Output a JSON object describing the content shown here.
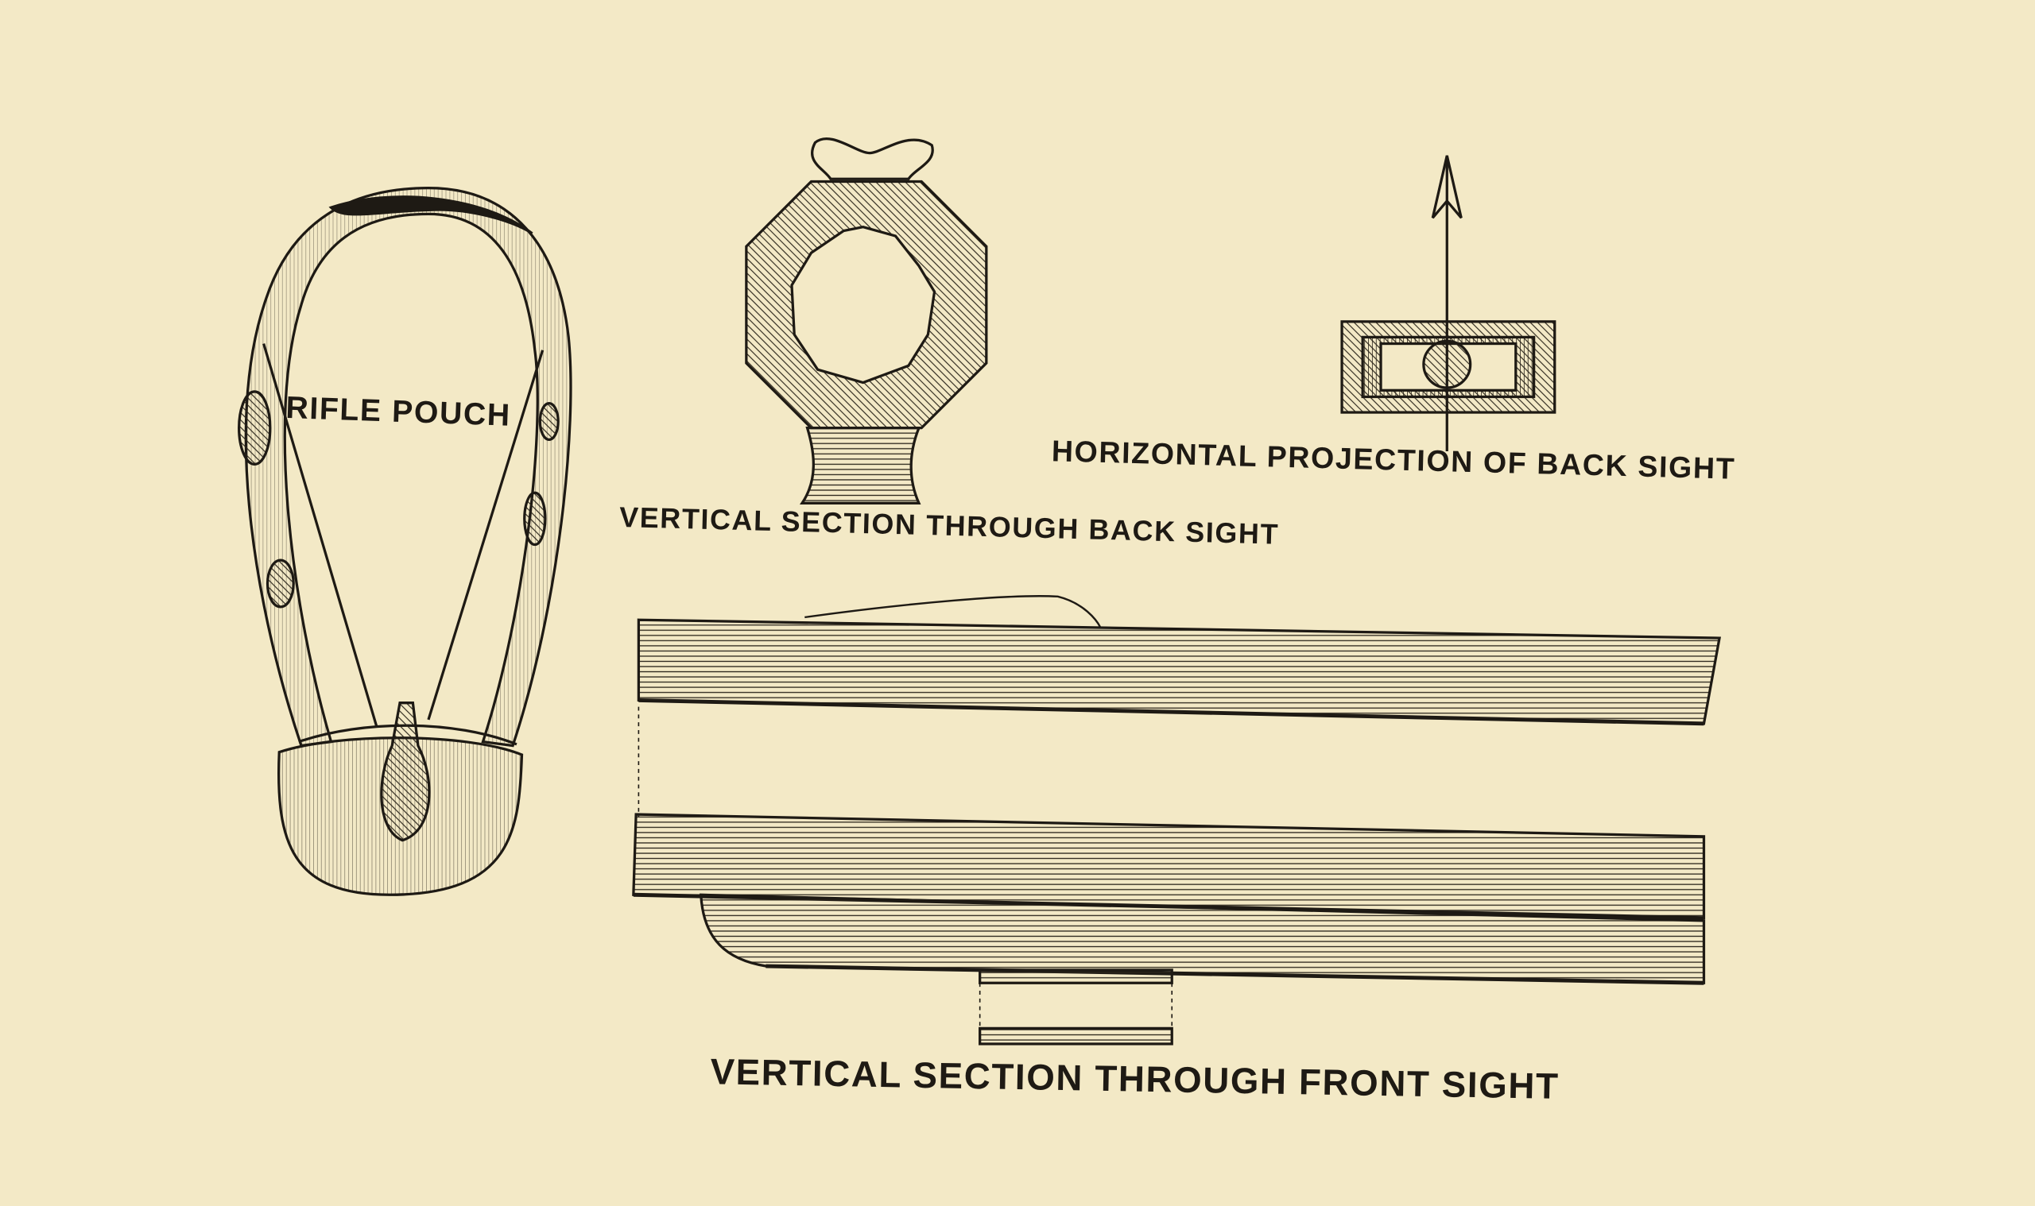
{
  "labels": {
    "rifle_pouch": "RIFLE POUCH",
    "back_sight_section": "VERTICAL SECTION THROUGH BACK SIGHT",
    "back_sight_projection": "HORIZONTAL PROJECTION OF BACK SIGHT",
    "front_sight_section": "VERTICAL SECTION THROUGH FRONT SIGHT"
  },
  "colors": {
    "paper": "#f3e9c6",
    "ink": "#1e1a14"
  }
}
